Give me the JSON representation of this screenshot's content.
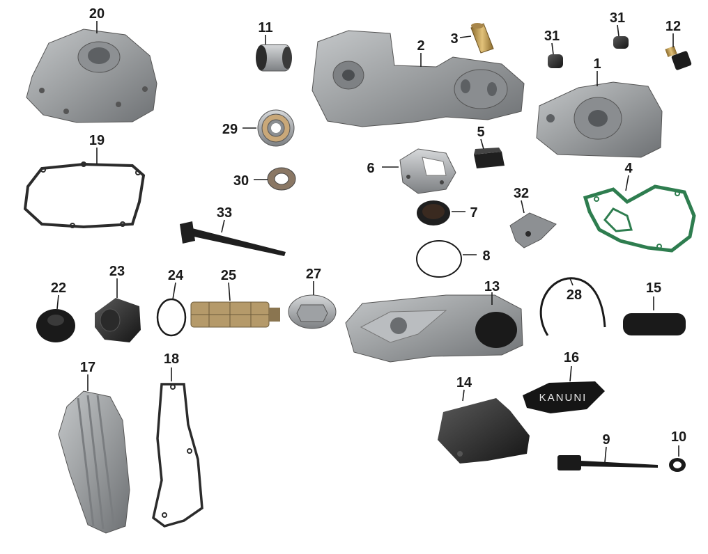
{
  "labels": {
    "p1": "1",
    "p2": "2",
    "p3": "3",
    "p4": "4",
    "p5": "5",
    "p6": "6",
    "p7": "7",
    "p8": "8",
    "p9": "9",
    "p10": "10",
    "p11": "11",
    "p12": "12",
    "p13": "13",
    "p14": "14",
    "p15": "15",
    "p16": "16",
    "p17": "17",
    "p18": "18",
    "p19": "19",
    "p20": "20",
    "p22": "22",
    "p23": "23",
    "p24": "24",
    "p25": "25",
    "p27": "27",
    "p28": "28",
    "p29": "29",
    "p30": "30",
    "p31a": "31",
    "p31b": "31",
    "p32": "32",
    "p33": "33"
  },
  "brand_text": "KANUNI",
  "colors": {
    "aluminum": "#9a9d9f",
    "aluminum_dark": "#6e7174",
    "gasket_black": "#2b2b2b",
    "gasket_green": "#2e7d4f",
    "brass": "#c9a25a",
    "rubber": "#1f1f1f",
    "filter_mesh": "#b59a6a"
  }
}
